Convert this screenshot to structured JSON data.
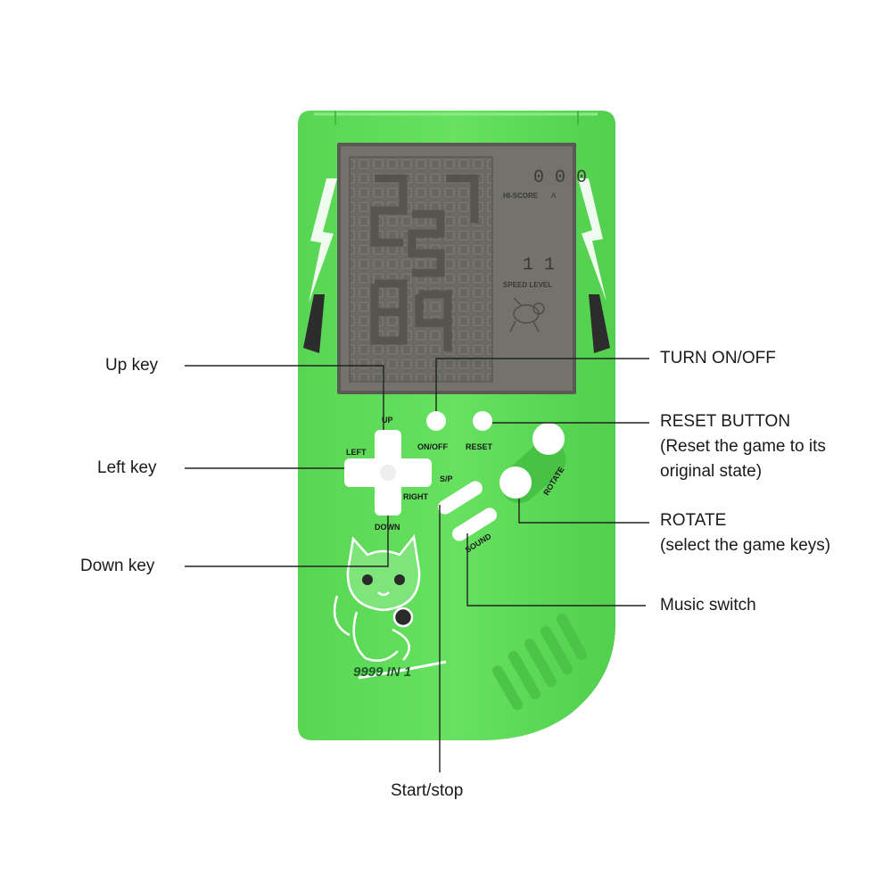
{
  "device": {
    "brand_label": "9999 IN 1",
    "screen": {
      "score_digits": "0 0 0",
      "hi_score_label": "HI-SCORE",
      "speed_digits": "1 1",
      "speed_level_label": "SPEED LEVEL"
    },
    "buttons": {
      "up": "UP",
      "left": "LEFT",
      "right": "RIGHT",
      "down": "DOWN",
      "on_off": "ON/OFF",
      "reset": "RESET",
      "sp": "S/P",
      "sound": "SOUND",
      "rotate": "ROTATE"
    }
  },
  "callouts": {
    "up_key": "Up key",
    "left_key": "Left key",
    "down_key": "Down key",
    "turn_on_off": "TURN ON/OFF",
    "reset_button_title": "RESET BUTTON",
    "reset_button_desc_1": "(Reset the game to its",
    "reset_button_desc_2": "original state)",
    "rotate_title": "ROTATE",
    "rotate_desc": "(select the game keys)",
    "music_switch": "Music switch",
    "start_stop": "Start/stop"
  },
  "colors": {
    "body": "#5fdc5a",
    "screen": "#6e6d66",
    "buttons": "#ffffff",
    "lines": "#222222"
  }
}
